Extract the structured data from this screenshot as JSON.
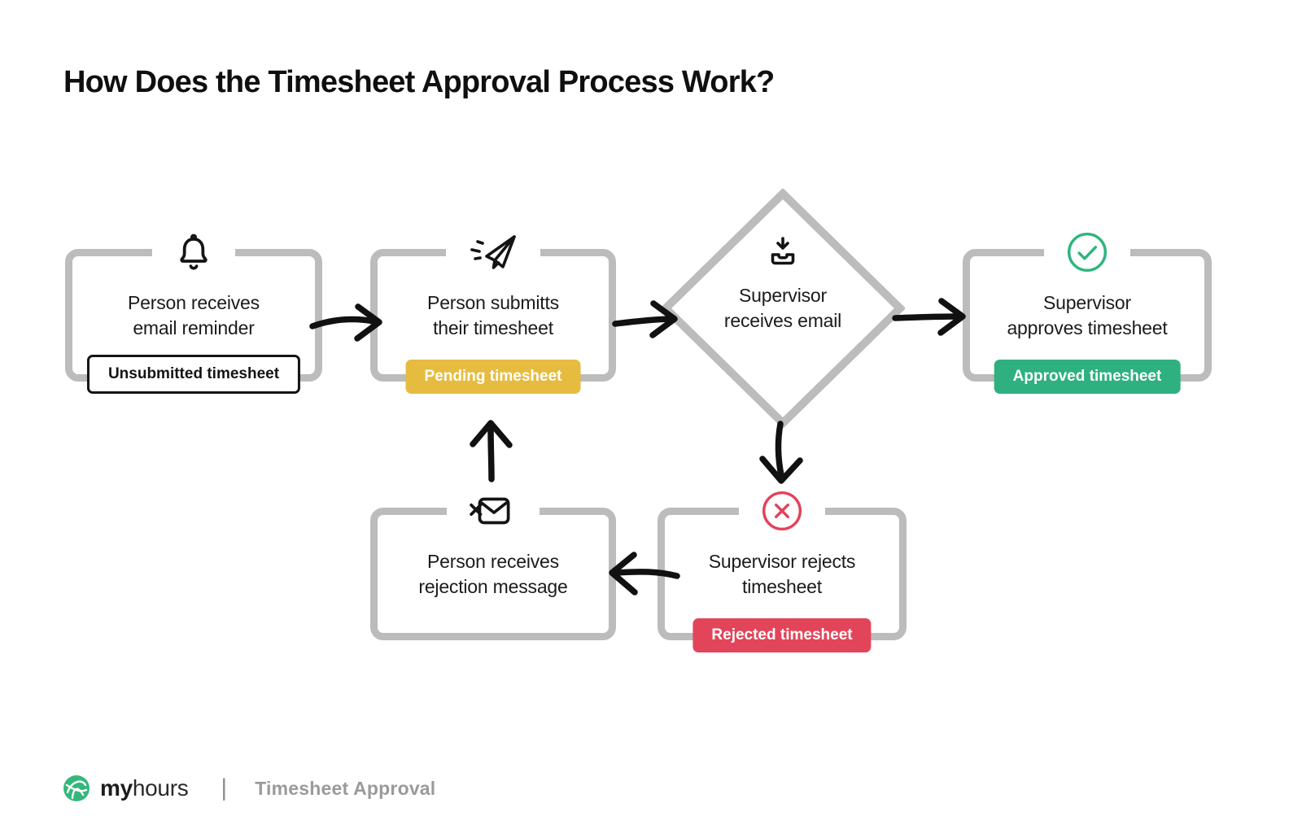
{
  "title": "How Does the Timesheet Approval Process Work?",
  "nodes": {
    "reminder": {
      "line1": "Person receives",
      "line2": "email reminder",
      "icon": "bell-icon",
      "badge": "Unsubmitted timesheet"
    },
    "submit": {
      "line1": "Person submitts",
      "line2": "their timesheet",
      "icon": "paper-plane-icon",
      "badge": "Pending timesheet"
    },
    "supervisor": {
      "line1": "Supervisor",
      "line2": "receives email",
      "icon": "inbox-receive-icon"
    },
    "approve": {
      "line1": "Supervisor",
      "line2": "approves timesheet",
      "icon": "check-circle-icon",
      "badge": "Approved timesheet"
    },
    "reject": {
      "line1": "Supervisor rejects",
      "line2": "timesheet",
      "icon": "x-circle-icon",
      "badge": "Rejected timesheet"
    },
    "rejection_message": {
      "line1": "Person receives",
      "line2": "rejection message",
      "icon": "mail-x-icon"
    }
  },
  "colors": {
    "pending": "#E6BC40",
    "approved": "#2FB080",
    "rejected": "#E2455A",
    "frame_gray": "#BCBCBC",
    "icon_green": "#2EB57D",
    "icon_red": "#E2425A",
    "logo_green": "#35B77C"
  },
  "footer": {
    "brand_bold": "my",
    "brand_light": "hours",
    "divider": "|",
    "caption": "Timesheet Approval"
  }
}
